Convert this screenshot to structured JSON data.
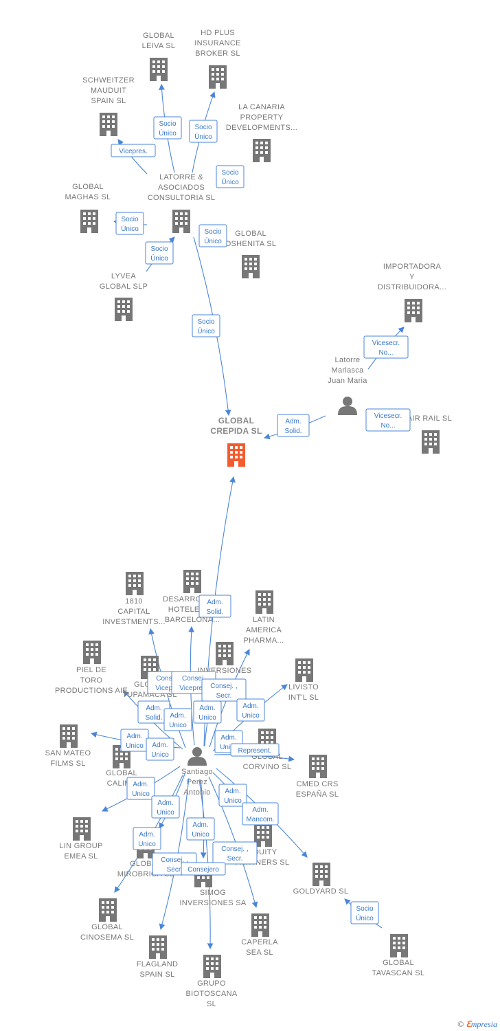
{
  "colors": {
    "building": "#777777",
    "main_building": "#f25c2e",
    "person": "#777777",
    "edge": "#4a86d8",
    "label_text": "#3a78c9"
  },
  "companies": [
    {
      "id": "global-leiva",
      "lines": [
        "GLOBAL",
        "LEIVA  SL"
      ]
    },
    {
      "id": "hd-plus",
      "lines": [
        "HD PLUS",
        "INSURANCE",
        "BROKER  SL"
      ]
    },
    {
      "id": "schweitzer",
      "lines": [
        "SCHWEITZER",
        "MAUDUIT",
        "SPAIN SL"
      ]
    },
    {
      "id": "la-canaria",
      "lines": [
        "LA CANARIA",
        "PROPERTY",
        "DEVELOPMENTS..."
      ]
    },
    {
      "id": "latorre-asociados",
      "lines": [
        "LATORRE &",
        "ASOCIADOS",
        "CONSULTORIA SL"
      ]
    },
    {
      "id": "global-maghas",
      "lines": [
        "GLOBAL",
        "MAGHAS  SL"
      ]
    },
    {
      "id": "global-oshenita",
      "lines": [
        "GLOBAL",
        "OSHENITA SL"
      ]
    },
    {
      "id": "lyvea",
      "lines": [
        "LYVEA",
        "GLOBAL  SLP"
      ]
    },
    {
      "id": "importadora",
      "lines": [
        "IMPORTADORA",
        "Y",
        "DISTRIBUIDORA..."
      ]
    },
    {
      "id": "global-crepida",
      "lines": [
        "GLOBAL",
        "CREPIDA  SL"
      ],
      "main": true
    },
    {
      "id": "air-rail",
      "lines": [
        "AIR RAIL SL"
      ]
    },
    {
      "id": "capital-1810",
      "lines": [
        "1810",
        "CAPITAL",
        "INVESTMENTS..."
      ]
    },
    {
      "id": "desarrollos",
      "lines": [
        "DESARROLLOS",
        "HOTELEROS",
        "BARCELONA..."
      ]
    },
    {
      "id": "latin-america",
      "lines": [
        "LATIN",
        "AMERICA",
        "PHARMA..."
      ]
    },
    {
      "id": "piel-toro",
      "lines": [
        "PIEL DE",
        "TORO",
        "PRODUCTIONS AIE"
      ]
    },
    {
      "id": "global-tupamaca",
      "lines": [
        "GLOBAL",
        "TUPAMACA SL"
      ]
    },
    {
      "id": "inversiones",
      "lines": [
        "INVERSIONES"
      ]
    },
    {
      "id": "livisto",
      "lines": [
        "LIVISTO",
        "INT'L  SL"
      ]
    },
    {
      "id": "san-mateo",
      "lines": [
        "SAN MATEO",
        "FILMS SL"
      ]
    },
    {
      "id": "global-calima",
      "lines": [
        "GLOBAL",
        "CALIMA"
      ]
    },
    {
      "id": "global-corvino",
      "lines": [
        "GLOBAL",
        "CORVINO SL"
      ]
    },
    {
      "id": "cmed",
      "lines": [
        "CMED CRS",
        "ESPAÑA  SL"
      ]
    },
    {
      "id": "lin-group",
      "lines": [
        "LIN GROUP",
        "EMEA  SL"
      ]
    },
    {
      "id": "global-mirobriga",
      "lines": [
        "GLOBAL",
        "MIROBRIGA SL"
      ]
    },
    {
      "id": "equity-partners",
      "lines": [
        "EQUITY",
        "PARTNERS  SL"
      ]
    },
    {
      "id": "goldyard",
      "lines": [
        "GOLDYARD SL"
      ]
    },
    {
      "id": "simog",
      "lines": [
        "SIMOG",
        "INVERSIONES SA"
      ]
    },
    {
      "id": "global-cinosema",
      "lines": [
        "GLOBAL",
        "CINOSEMA SL"
      ]
    },
    {
      "id": "caperla",
      "lines": [
        "CAPERLA",
        "SEA SL"
      ]
    },
    {
      "id": "global-tavascan",
      "lines": [
        "GLOBAL",
        "TAVASCAN  SL"
      ]
    },
    {
      "id": "flagland",
      "lines": [
        "FLAGLAND",
        "SPAIN SL"
      ]
    },
    {
      "id": "grupo-biotoscana",
      "lines": [
        "GRUPO",
        "BIOTOSCANA",
        "SL"
      ]
    }
  ],
  "persons": [
    {
      "id": "latorre-marlasca",
      "lines": [
        "Latorre",
        "Marlasca",
        "Juan Maria"
      ]
    },
    {
      "id": "santiago-perez",
      "lines": [
        "Santiago",
        "Perez",
        "Antonio"
      ]
    }
  ],
  "relations": [
    {
      "id": "r1",
      "lines": [
        "Socio",
        "Único"
      ]
    },
    {
      "id": "r2",
      "lines": [
        "Socio",
        "Único"
      ]
    },
    {
      "id": "r3",
      "lines": [
        "Vicepres."
      ]
    },
    {
      "id": "r4",
      "lines": [
        "Socio",
        "Único"
      ]
    },
    {
      "id": "r5",
      "lines": [
        "Socio",
        "Único"
      ]
    },
    {
      "id": "r6",
      "lines": [
        "Socio",
        "Único"
      ]
    },
    {
      "id": "r7",
      "lines": [
        "Socio",
        "Único"
      ]
    },
    {
      "id": "r8",
      "lines": [
        "Socio",
        "Único"
      ]
    },
    {
      "id": "r9",
      "lines": [
        "Vicesecr.",
        "No..."
      ]
    },
    {
      "id": "r10",
      "lines": [
        "Adm.",
        "Solid."
      ]
    },
    {
      "id": "r11",
      "lines": [
        "Vicesecr.",
        "No..."
      ]
    },
    {
      "id": "r12",
      "lines": [
        "Adm.",
        "Solid."
      ]
    },
    {
      "id": "r13",
      "lines": [
        "Consej. ,",
        "Vicepres."
      ]
    },
    {
      "id": "r14",
      "lines": [
        "Consej.",
        "Vicepres."
      ]
    },
    {
      "id": "r15",
      "lines": [
        "Consej. ,",
        "Secr."
      ]
    },
    {
      "id": "r16",
      "lines": [
        "Adm.",
        "Solid."
      ]
    },
    {
      "id": "r17",
      "lines": [
        "Adm.",
        "Unico"
      ]
    },
    {
      "id": "r18",
      "lines": [
        "Adm.",
        "Unico"
      ]
    },
    {
      "id": "r19",
      "lines": [
        "Adm.",
        "Unico"
      ]
    },
    {
      "id": "r20",
      "lines": [
        "Adm.",
        "Unico"
      ]
    },
    {
      "id": "r21",
      "lines": [
        "Adm.",
        "Unico"
      ]
    },
    {
      "id": "r22",
      "lines": [
        "Adm.",
        "Unico"
      ]
    },
    {
      "id": "r23",
      "lines": [
        "Represent."
      ]
    },
    {
      "id": "r24",
      "lines": [
        "Adm.",
        "Unico"
      ]
    },
    {
      "id": "r25",
      "lines": [
        "Adm.",
        "Unico"
      ]
    },
    {
      "id": "r26",
      "lines": [
        "Adm.",
        "Unico"
      ]
    },
    {
      "id": "r27",
      "lines": [
        "Adm.",
        "Mancom."
      ]
    },
    {
      "id": "r28",
      "lines": [
        "Adm.",
        "Unico"
      ]
    },
    {
      "id": "r29",
      "lines": [
        "Adm.",
        "Unico"
      ]
    },
    {
      "id": "r30",
      "lines": [
        "Consej. ,",
        "Secr."
      ]
    },
    {
      "id": "r31",
      "lines": [
        "Consej. ,",
        "Secr."
      ]
    },
    {
      "id": "r32",
      "lines": [
        "Consejero"
      ]
    },
    {
      "id": "r33",
      "lines": [
        "Socio",
        "Único"
      ]
    }
  ],
  "footer": {
    "copyright": "©",
    "brand_e": "ℇ",
    "brand": "mpresia"
  }
}
